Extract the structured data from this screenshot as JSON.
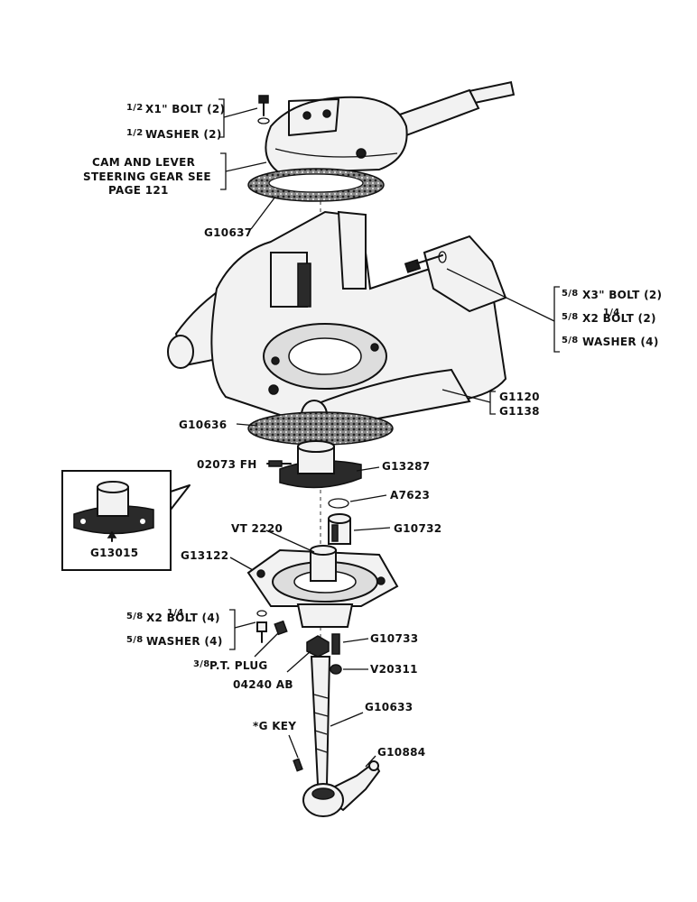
{
  "labels": {
    "bolt_half_x1": "X1\" BOLT (2)",
    "bolt_half_x1_frac": "1/2",
    "washer_half": "WASHER (2)",
    "washer_half_frac": "1/2",
    "cam_lever_1": "CAM AND LEVER",
    "cam_lever_2": "STEERING GEAR SEE",
    "cam_lever_3": "PAGE 121",
    "g10637": "G10637",
    "bolt_58x3": "X3\" BOLT (2)",
    "bolt_58x3_frac": "5/8",
    "bolt_58x2q": "X2 BOLT (2)",
    "bolt_58x2q_frac": "5/8",
    "bolt_58x2q_frac2": "1/4",
    "washer_58": "WASHER (4)",
    "washer_58_frac": "5/8",
    "g1120": "G1120",
    "g1138": "G1138",
    "g10636": "G10636",
    "o2073fh": "02073 FH",
    "g13287": "G13287",
    "a7623": "A7623",
    "g13015": "G13015",
    "vt2220": "VT 2220",
    "g10732": "G10732",
    "g13122": "G13122",
    "bolt_58x2q_b": "X2 BOLT (4)",
    "bolt_58x2q_b_frac": "5/8",
    "bolt_58x2q_b_frac2": "1/4",
    "washer_58_b": "WASHER (4)",
    "washer_58_b_frac": "5/8",
    "pt_plug": "P.T. PLUG",
    "pt_plug_frac": "3/8",
    "g10733": "G10733",
    "o4240ab": "04240 AB",
    "v20311": "V20311",
    "g10633": "G10633",
    "gkey": "*G KEY",
    "g10884": "G10884"
  },
  "icons": [
    "steering-gear",
    "gasket",
    "axle-housing",
    "king-pin-bushing",
    "bearing-cap",
    "spindle",
    "steering-arm"
  ],
  "colors": {
    "ink": "#111111",
    "paper": "#ffffff"
  }
}
